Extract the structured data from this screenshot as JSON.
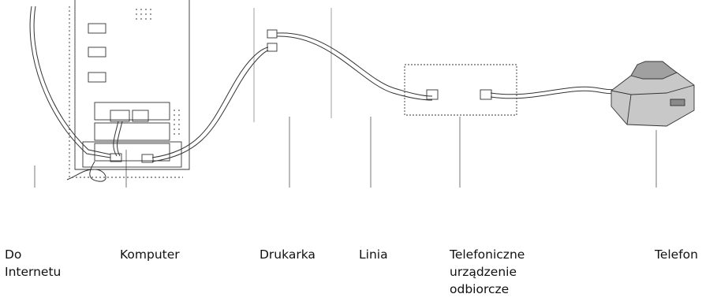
{
  "labels": {
    "internet": "Do Internetu",
    "computer": "Komputer",
    "printer": "Drukarka",
    "line": "Linia",
    "device": "Telefoniczne urządzenie odbiorcze",
    "phone": "Telefon"
  },
  "colors": {
    "stroke": "#333333",
    "leader": "#555555",
    "phone_fill": "#c8c8c8",
    "phone_dark": "#8a8a8a"
  }
}
